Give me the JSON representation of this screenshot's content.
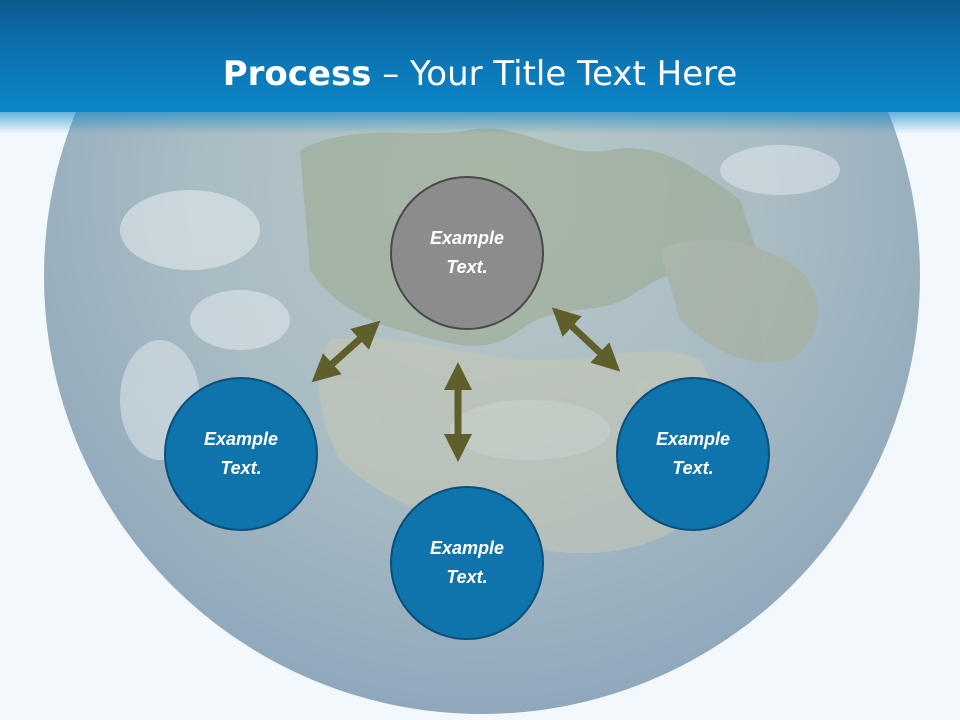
{
  "slide": {
    "title_bold": "Process",
    "title_rest": " – Your Title Text Here"
  },
  "nodes": {
    "top": {
      "line1": "Example",
      "line2": "Text."
    },
    "left": {
      "line1": "Example",
      "line2": "Text."
    },
    "bottom": {
      "line1": "Example",
      "line2": "Text."
    },
    "right": {
      "line1": "Example",
      "line2": "Text."
    }
  },
  "colors": {
    "header": "#0d72b0",
    "node_center": "#8c8c8c",
    "node_outer": "#0f73ac",
    "arrow": "#5f5f2c"
  },
  "icons": {
    "background": "earth-globe-image",
    "connectors": "double-headed-arrow"
  }
}
